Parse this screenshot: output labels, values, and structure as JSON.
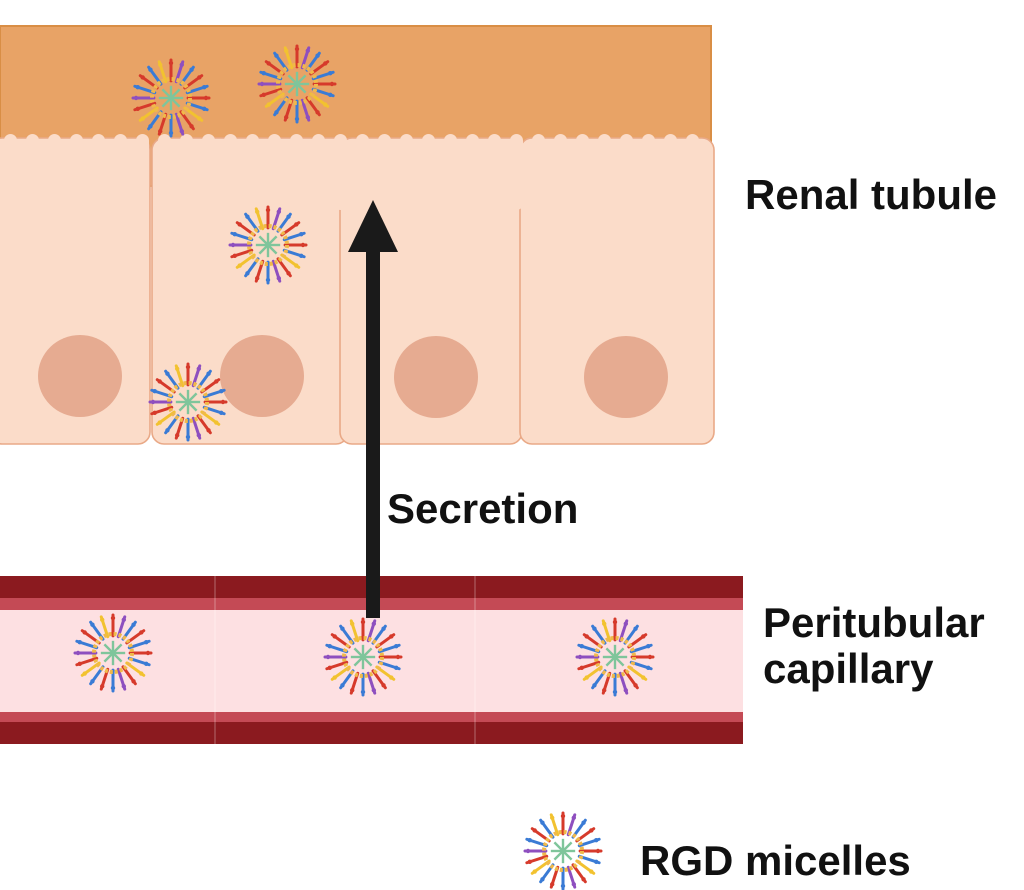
{
  "labels": {
    "renal_tubule": "Renal tubule",
    "secretion": "Secretion",
    "capillary_line1": "Peritubular",
    "capillary_line2": "capillary",
    "legend": "RGD micelles"
  },
  "colors": {
    "lumen": "#e8a366",
    "lumen_border": "#d98e45",
    "cell": "#fbdcc9",
    "cell_border": "#e9a987",
    "villus": "#fbdcc9",
    "nucleus": "#e6ab91",
    "vessel_wall": "#8b1a1f",
    "vessel_inner_wall": "#c44a55",
    "vessel_lumen": "#fde0e2",
    "arrow": "#1a1a1a",
    "micelle_core": "#7fc59b",
    "micelle_ring": "#f0b94a",
    "micelle_spike_colors": [
      "#d63a2b",
      "#3a7bd5",
      "#f2c230",
      "#d63a2b",
      "#8e4fbf",
      "#3a7bd5"
    ]
  },
  "icons": {
    "micelle": "rgd-micelle-icon",
    "arrow": "secretion-arrow-icon"
  }
}
